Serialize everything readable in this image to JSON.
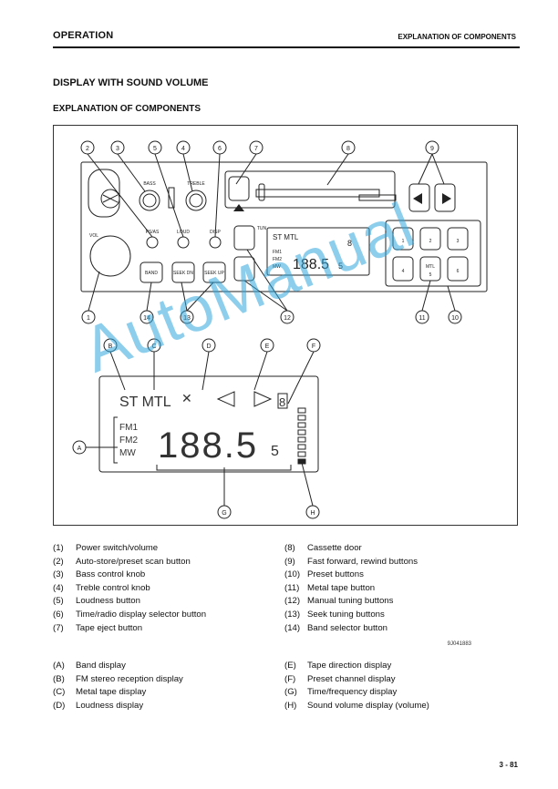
{
  "header": {
    "section": "OPERATION",
    "chapter": "EXPLANATION OF COMPONENTS"
  },
  "page_title": "DISPLAY WITH SOUND VOLUME",
  "subtitle": "EXPLANATION OF COMPONENTS",
  "figure": {
    "code": "9J041883",
    "knob_labels": {
      "bass": "BASS",
      "treble": "TREBLE",
      "vol": "VOL",
      "psas": "PS/AS",
      "loud": "LOUD",
      "disp": "DISP",
      "tun": "TUN",
      "band": "BAND",
      "seek_dn": "SEEK DN",
      "seek_up": "SEEK UP",
      "mtl": "MTL"
    },
    "preset_numbers": [
      "1",
      "2",
      "3",
      "4",
      "5",
      "6"
    ],
    "display": {
      "stmtl": "ST MTL",
      "fm1": "FM1",
      "fm2": "FM2",
      "mw": "MW",
      "freq": "188.5",
      "freq_small": "5",
      "preset": "8"
    },
    "callouts_num": [
      "1",
      "2",
      "3",
      "4",
      "5",
      "6",
      "7",
      "8",
      "9",
      "10",
      "11",
      "12",
      "13",
      "14"
    ],
    "callouts_alpha": [
      "A",
      "B",
      "C",
      "D",
      "E",
      "F",
      "G",
      "H"
    ]
  },
  "components_left": [
    {
      "num": "(1)",
      "text": "Power switch/volume"
    },
    {
      "num": "(2)",
      "text": "Auto-store/preset scan button"
    },
    {
      "num": "(3)",
      "text": "Bass control knob"
    },
    {
      "num": "(4)",
      "text": "Treble control knob"
    },
    {
      "num": "(5)",
      "text": "Loudness button"
    },
    {
      "num": "(6)",
      "text": "Time/radio display selector button"
    },
    {
      "num": "(7)",
      "text": "Tape eject button"
    }
  ],
  "components_right": [
    {
      "num": "(8)",
      "text": "Cassette door"
    },
    {
      "num": "(9)",
      "text": "Fast forward, rewind buttons"
    },
    {
      "num": "(10)",
      "text": "Preset buttons"
    },
    {
      "num": "(11)",
      "text": "Metal tape button"
    },
    {
      "num": "(12)",
      "text": "Manual tuning buttons"
    },
    {
      "num": "(13)",
      "text": "Seek tuning buttons"
    },
    {
      "num": "(14)",
      "text": "Band selector button"
    }
  ],
  "displays_left": [
    {
      "num": "(A)",
      "text": "Band display"
    },
    {
      "num": "(B)",
      "text": "FM stereo reception display"
    },
    {
      "num": "(C)",
      "text": "Metal tape display"
    },
    {
      "num": "(D)",
      "text": "Loudness display"
    }
  ],
  "displays_right": [
    {
      "num": "(E)",
      "text": "Tape direction display"
    },
    {
      "num": "(F)",
      "text": "Preset channel display"
    },
    {
      "num": "(G)",
      "text": "Time/frequency display"
    },
    {
      "num": "(H)",
      "text": "Sound volume display (volume)"
    }
  ],
  "page_number": "3 - 81",
  "watermark": "AutoManual"
}
